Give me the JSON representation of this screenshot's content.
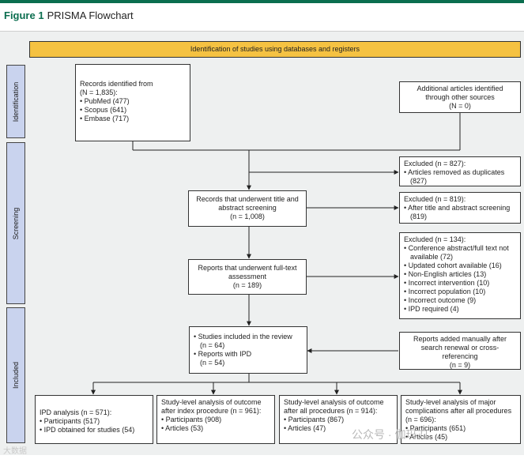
{
  "figure": {
    "number": "Figure 1",
    "title": "PRISMA Flowchart"
  },
  "header": "Identification of studies using databases and registers",
  "phases": {
    "identification": "Identification",
    "screening": "Screening",
    "included": "Included"
  },
  "records": {
    "title": "Records identified from",
    "count": "(N = 1,835):",
    "items": [
      "• PubMed (477)",
      "• Scopus (641)",
      "• Embase (717)"
    ]
  },
  "additional": {
    "lines": [
      "Additional articles identified",
      "through other sources",
      "(N = 0)"
    ]
  },
  "excluded1": {
    "title": "Excluded (n = 827):",
    "items": [
      "• Articles removed as duplicates (827)"
    ]
  },
  "screened": {
    "lines": [
      "Records that underwent title and",
      "abstract screening",
      "(n = 1,008)"
    ]
  },
  "excluded2": {
    "title": "Excluded (n = 819):",
    "items": [
      "• After title and abstract screening (819)"
    ]
  },
  "fulltext": {
    "lines": [
      "Reports that underwent full-text",
      "assessment",
      "(n = 189)"
    ]
  },
  "excluded3": {
    "title": "Excluded (n = 134):",
    "items": [
      "• Conference abstract/full text not available (72)",
      "• Updated cohort available (16)",
      "• Non-English articles (13)",
      "• Incorrect intervention (10)",
      "• Incorrect population (10)",
      "• Incorrect outcome (9)",
      "• IPD required (4)"
    ]
  },
  "included": {
    "items": [
      "• Studies included in the review",
      "(n = 64)",
      "• Reports with IPD",
      "(n = 54)"
    ]
  },
  "manual": {
    "lines": [
      "Reports added manually after",
      "search renewal or cross-",
      "referencing",
      "(n = 9)"
    ]
  },
  "bottom": {
    "ipd": {
      "title": "IPD analysis (n = 571):",
      "items": [
        "• Participants (517)",
        "• IPD obtained for studies (54)"
      ]
    },
    "index": {
      "title": "Study-level analysis of outcome after index procedure (n = 961):",
      "items": [
        "• Participants (908)",
        "• Articles (53)"
      ]
    },
    "all": {
      "title": "Study-level analysis of outcome after all procedures (n = 914):",
      "items": [
        "• Participants (867)",
        "• Articles (47)"
      ]
    },
    "major": {
      "title": "Study-level analysis of major complications after all procedures (n = 696):",
      "items": [
        "• Participants (651)",
        "• Articles (45)"
      ]
    }
  },
  "watermark": "公众号 · 伽玛刀",
  "watermark_small": "大数据"
}
